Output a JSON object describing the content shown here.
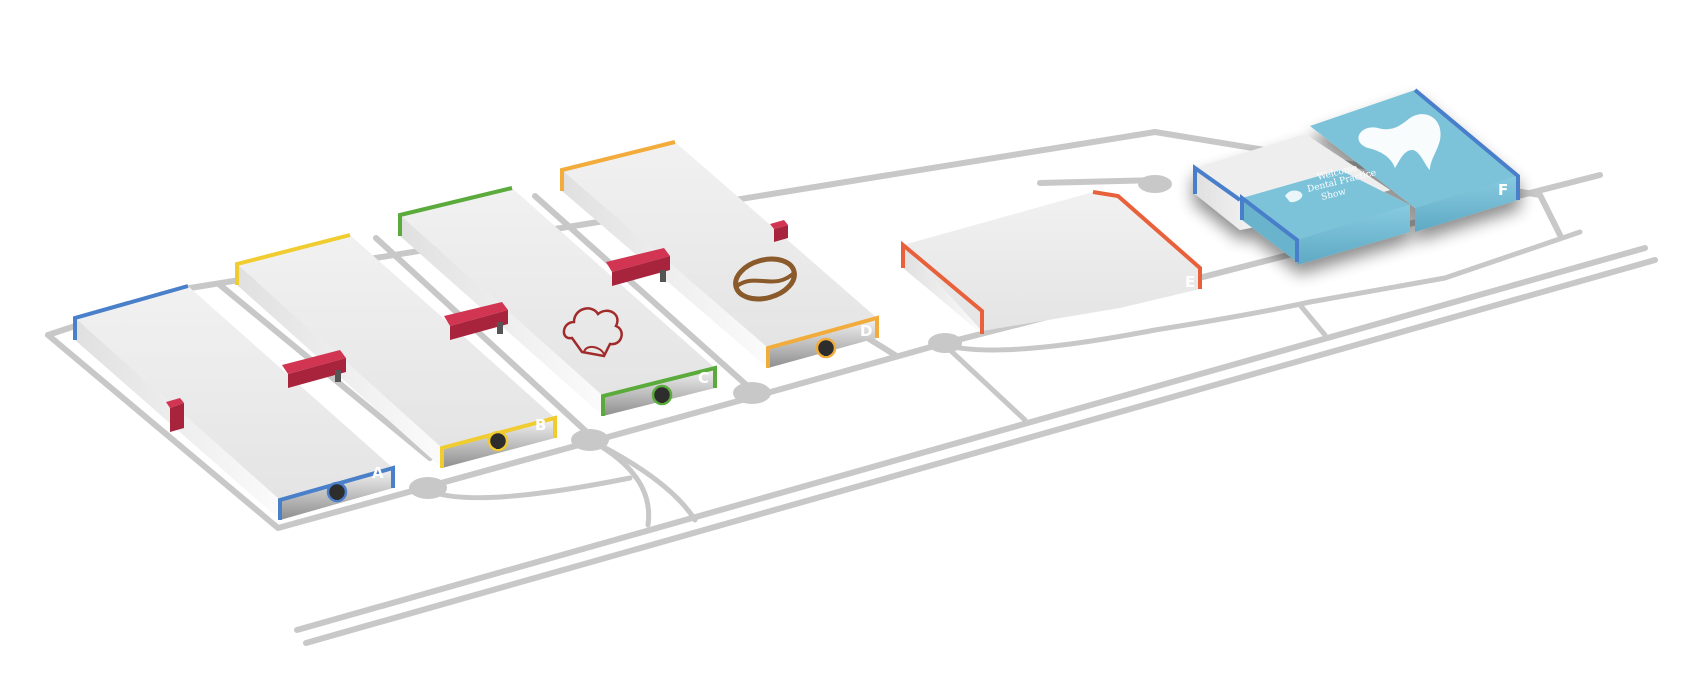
{
  "map": {
    "halls": [
      {
        "id": "A",
        "letter": "A",
        "color": "#4a7fca",
        "icon": "entrance-keyhole-icon"
      },
      {
        "id": "B",
        "letter": "B",
        "color": "#f0cc2e",
        "icon": "entrance-keyhole-icon"
      },
      {
        "id": "C",
        "letter": "C",
        "color": "#5aab3c",
        "icon": "chef-hat-icon"
      },
      {
        "id": "D",
        "letter": "D",
        "color": "#f2ac3c",
        "icon": "coffee-bean-icon"
      },
      {
        "id": "E",
        "letter": "E",
        "color": "#e8613b"
      },
      {
        "id": "F",
        "letter": "F",
        "color": "#4a7fca",
        "fill": "#7cc3da",
        "icon": "tooth-icon"
      }
    ],
    "connector_color": "#d23552",
    "road_color": "#c8c8c8",
    "sign": {
      "line1": "Welcome",
      "line2": "Dental Practice",
      "line3": "Show"
    }
  }
}
